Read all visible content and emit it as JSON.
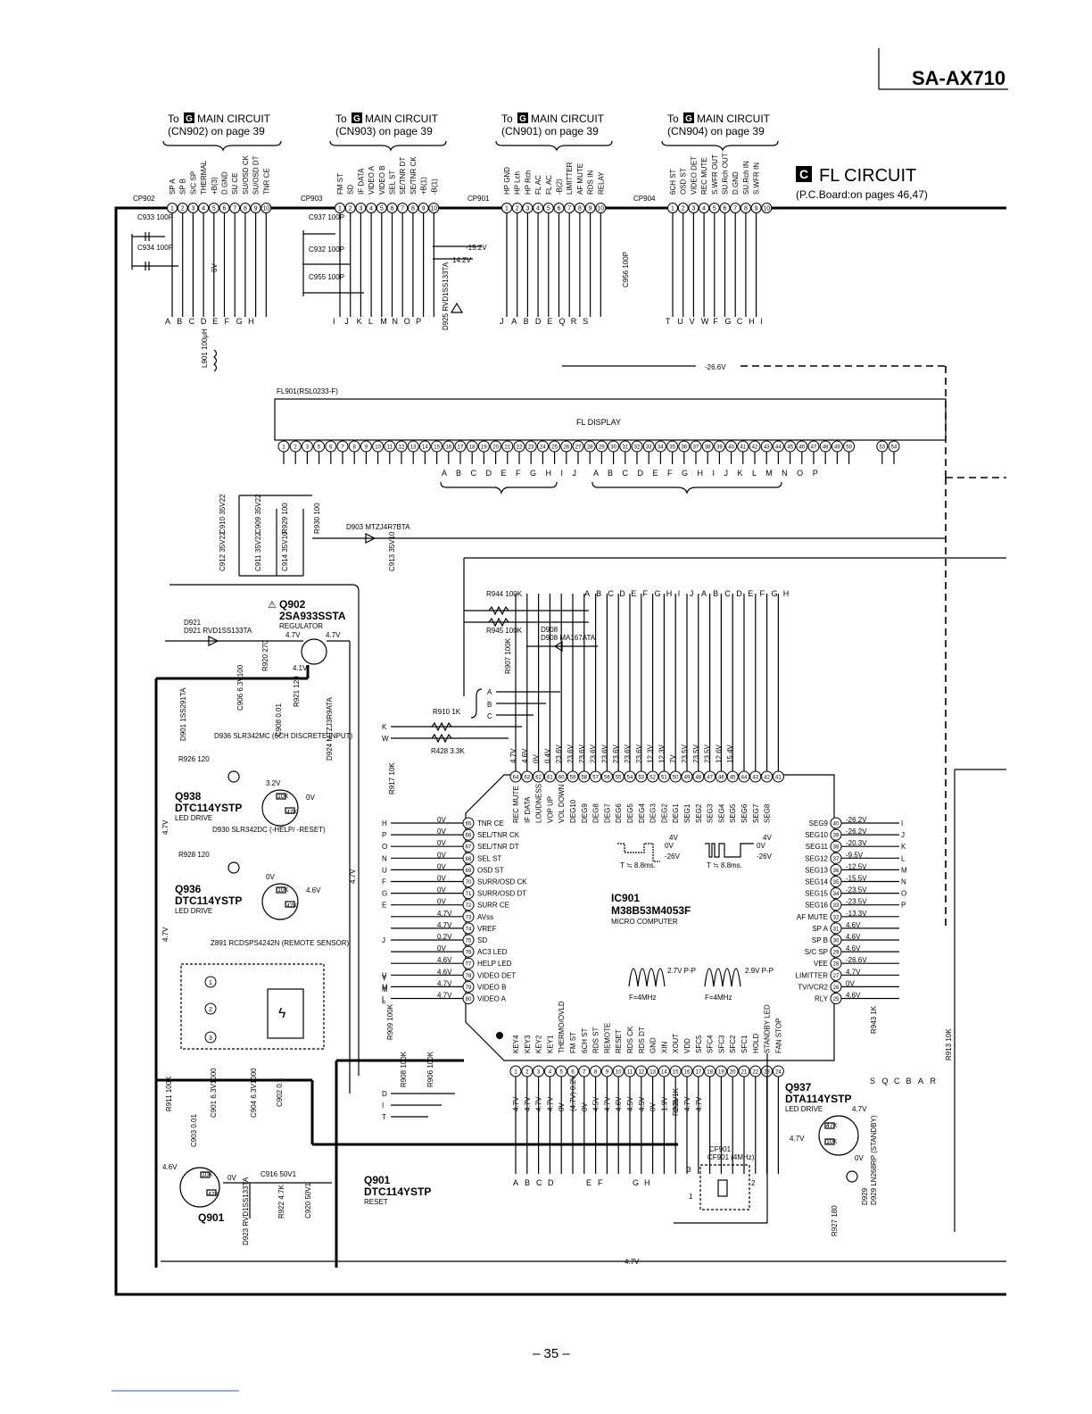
{
  "model": "SA-AX710",
  "page_number": "– 35 –",
  "board": {
    "badge": "C",
    "title": "FL CIRCUIT",
    "subtitle": "(P.C.Board:on pages 46,47)"
  },
  "connections": [
    {
      "badge": "G",
      "line1": "To",
      "line2": "MAIN CIRCUIT",
      "line3": "(CN902) on page 39"
    },
    {
      "badge": "G",
      "line1": "To",
      "line2": "MAIN CIRCUIT",
      "line3": "(CN903) on page 39"
    },
    {
      "badge": "G",
      "line1": "To",
      "line2": "MAIN CIRCUIT",
      "line3": "(CN901) on page 39"
    },
    {
      "badge": "G",
      "line1": "To",
      "line2": "MAIN CIRCUIT",
      "line3": "(CN904) on page 39"
    }
  ],
  "connectors": [
    {
      "name": "CP902",
      "signals": [
        "SP A",
        "SP B",
        "S/C SP",
        "THERMAL",
        "+B(3)",
        "D.GND",
        "SU CE",
        "SU/OSD CK",
        "SU/OSD DT",
        "TNR CE"
      ],
      "letters": [
        "A",
        "B",
        "C",
        "D",
        "E",
        "F",
        "G",
        "H"
      ]
    },
    {
      "name": "CP903",
      "signals": [
        "FM ST",
        "SD",
        "IF DATA",
        "VIDEO A",
        "VIDEO B",
        "SEL ST",
        "SE/TNR DT",
        "SE/TNR CK",
        "+B(1)",
        "-B(1)"
      ],
      "letters": [
        "I",
        "J",
        "K",
        "L",
        "M",
        "N",
        "O",
        "P"
      ]
    },
    {
      "name": "CP901",
      "signals": [
        "HP GND",
        "HP Lch",
        "HP Rch",
        "FL AC",
        "FL AC",
        "-B(2)",
        "LIMITTER",
        "AF MUTE",
        "RDS IN",
        "RELAY"
      ],
      "letters": [
        "J",
        "A",
        "B",
        "D",
        "E",
        "Q",
        "R",
        "S"
      ]
    },
    {
      "name": "CP904",
      "signals": [
        "6CH ST",
        "OSD ST",
        "VIDEO DET",
        "REC MUTE",
        "S.WFR OUT",
        "SU.Rch OUT",
        "D.GND",
        "SU.Rch IN",
        "S.WFR IN"
      ],
      "letters": [
        "T",
        "U",
        "V",
        "W",
        "F",
        "G",
        "C",
        "H",
        "I"
      ]
    }
  ],
  "components": {
    "caps_top": [
      "C933 100P",
      "C934 100P",
      "C937 100P",
      "C932 100P",
      "C955 100P",
      "C956 100P"
    ],
    "voltages_top": [
      "-15.2V",
      "14.2V",
      "6V",
      "-26.6V"
    ],
    "d925": "D925 RVD1SS133TA",
    "l901": "L901 100μH",
    "fl901": "FL901(RSL0233-F)",
    "fl_display": "FL DISPLAY",
    "fl_groups": [
      "A B C D E F G H I J",
      "A B C D E F G H I J K L M N O P"
    ],
    "power": [
      "C910 35V22",
      "C909 35V22",
      "R929 100",
      "R930 100",
      "C912 35V22",
      "C911 35V22",
      "C914 35V10",
      "C913 35V10",
      "D903 MTZJ4R7BTA"
    ],
    "q902": {
      "name": "Q902",
      "part": "2SA933SSTA",
      "role": "REGULATOR",
      "v": [
        "4.7V",
        "4.7V",
        "4.1V"
      ]
    },
    "d921": "D921 RVD1SS133TA",
    "misc_left": [
      "R920 270",
      "C906 6.3V100",
      "R921 120",
      "C908 0.01",
      "D924 MTZJ3R9ATA",
      "D901 1SS291TA"
    ],
    "q938": {
      "led": "D936 SLR342MC (6CH DISCRETE INPUT)",
      "r": "R926 120",
      "name": "Q938",
      "part": "DTC114YSTP",
      "role": "LED DRIVE",
      "v": [
        "3.2V",
        "0V"
      ]
    },
    "q936": {
      "led": "D930 SLR342DC (-HELP/ -RESET)",
      "r": "R928 120",
      "name": "Q936",
      "part": "DTC114YSTP",
      "role": "LED DRIVE",
      "v": [
        "0V",
        "4.6V"
      ]
    },
    "z891": "Z891 RCDSPS4242N (REMOTE SENSOR)",
    "reset_area": [
      "R911 100K",
      "C901 6.3V1000",
      "C904 6.3V1000",
      "C902 0.1",
      "C903 0.01",
      "C916 50V1",
      "D923 RVD1SS133TA",
      "R922 4.7K",
      "C920 50V1"
    ],
    "q901": {
      "name": "Q901",
      "part": "DTC114YSTP",
      "role": "RESET",
      "v": "4.6V / 0V"
    },
    "r944": "R944 100K",
    "r945": "R945 100K",
    "d908": "D908 MA167ATA",
    "r907": "R907 100K",
    "r910": "R910 1K",
    "r428": "R428 3.3K",
    "r917": "R917 10K",
    "r909": "R909 100K",
    "r908": "R908 100K",
    "r906": "R906 100K",
    "r901": "R901 1K",
    "r943": "R943 1K",
    "r913": "R913 10K",
    "r927": "R927 180",
    "cf901": "CF901 (4MHz)",
    "q937": {
      "name": "Q937",
      "part": "DTA114YSTP",
      "role": "LED DRIVE",
      "v": [
        "4.7V",
        "4.7V",
        "0V"
      ]
    },
    "d929": "D929 LN268RP (STANDBY)",
    "bus_4_7": "4.7V"
  },
  "ic": {
    "name": "IC901",
    "part": "M38B53M4053F",
    "role": "MICRO COMPUTER",
    "top_pins": [
      "REC MUTE",
      "IF DATA",
      "LOUDNESS",
      "VOP UP",
      "VOL DOWN",
      "DEG10",
      "DEG9",
      "DEG8",
      "DEG7",
      "DEG6",
      "DEG5",
      "DEG4",
      "DEG3",
      "DEG2",
      "DEG1",
      "SEG1",
      "SEG2",
      "SEG3",
      "SEG4",
      "SEG5",
      "SEG6",
      "SEG7",
      "SEG8"
    ],
    "top_voltages": [
      "4.7V",
      "4.6V",
      "0V",
      "0.4V",
      "23.6V",
      "23.6V",
      "23.6V",
      "23.6V",
      "23.6V",
      "23.6V",
      "23.6V",
      "23.6V",
      "12.3V",
      "12.3V",
      "7V",
      "23.5V",
      "23.5V",
      "23.5V",
      "12.6V",
      "15.4V"
    ],
    "left_pins": [
      {
        "n": "65",
        "label": "TNR CE",
        "v": "0V",
        "letter": "H"
      },
      {
        "n": "66",
        "label": "SEL/TNR CK",
        "v": "0V",
        "letter": "P"
      },
      {
        "n": "67",
        "label": "SEL/TNR DT",
        "v": "0V",
        "letter": "O"
      },
      {
        "n": "68",
        "label": "SEL ST",
        "v": "0V",
        "letter": "N"
      },
      {
        "n": "69",
        "label": "OSD ST",
        "v": "0V",
        "letter": "U"
      },
      {
        "n": "70",
        "label": "SURR/OSD CK",
        "v": "0V",
        "letter": "F"
      },
      {
        "n": "71",
        "label": "SURR/OSD DT",
        "v": "0V",
        "letter": "G"
      },
      {
        "n": "72",
        "label": "SURR CE",
        "v": "0V",
        "letter": "E"
      },
      {
        "n": "73",
        "label": "AVss",
        "v": "4.7V",
        "letter": ""
      },
      {
        "n": "74",
        "label": "VREF",
        "v": "4.7V",
        "letter": ""
      },
      {
        "n": "75",
        "label": "SD",
        "v": "0.2V",
        "letter": "J"
      },
      {
        "n": "76",
        "label": "AC3 LED",
        "v": "0V",
        "letter": ""
      },
      {
        "n": "77",
        "label": "HELP LED",
        "v": "4.6V",
        "letter": ""
      },
      {
        "n": "78",
        "label": "VIDEO DET",
        "v": "4.6V",
        "letter": "V"
      },
      {
        "n": "79",
        "label": "VIDEO B",
        "v": "4.7V",
        "letter": "M"
      },
      {
        "n": "80",
        "label": "VIDEO A",
        "v": "4.7V",
        "letter": "L"
      }
    ],
    "right_pins": [
      {
        "n": "40",
        "label": "SEG9",
        "v": "-26.2V",
        "letter": "I"
      },
      {
        "n": "39",
        "label": "SEG10",
        "v": "-26.2V",
        "letter": "J"
      },
      {
        "n": "38",
        "label": "SEG11",
        "v": "-20.3V",
        "letter": "K"
      },
      {
        "n": "37",
        "label": "SEG12",
        "v": "-9.5V",
        "letter": "L"
      },
      {
        "n": "36",
        "label": "SEG13",
        "v": "-12.5V",
        "letter": "M"
      },
      {
        "n": "35",
        "label": "SEG14",
        "v": "-15.5V",
        "letter": "N"
      },
      {
        "n": "34",
        "label": "SEG15",
        "v": "-23.5V",
        "letter": "O"
      },
      {
        "n": "33",
        "label": "SEG16",
        "v": "-23.5V",
        "letter": "P"
      },
      {
        "n": "32",
        "label": "AF MUTE",
        "v": "-13.3V",
        "letter": ""
      },
      {
        "n": "31",
        "label": "SP A",
        "v": "4.6V",
        "letter": ""
      },
      {
        "n": "30",
        "label": "SP B",
        "v": "4.6V",
        "letter": ""
      },
      {
        "n": "29",
        "label": "S/C SP",
        "v": "4.6V",
        "letter": ""
      },
      {
        "n": "28",
        "label": "VEE",
        "v": "-26.6V",
        "letter": ""
      },
      {
        "n": "27",
        "label": "LIMITTER",
        "v": "4.7V",
        "letter": ""
      },
      {
        "n": "26",
        "label": "TV/VCR2",
        "v": "0V",
        "letter": ""
      },
      {
        "n": "25",
        "label": "RLY",
        "v": "4.6V",
        "letter": ""
      }
    ],
    "bottom_pins": [
      "KEY4",
      "KEY3",
      "KEY2",
      "KEY1",
      "THERMO/OVLD",
      "FM ST",
      "6CH ST",
      "RDS ST",
      "REMOTE",
      "RESET",
      "RDS CK",
      "RDS DT",
      "GND",
      "XIN",
      "XOUT",
      "VDD",
      "SFC5",
      "SFC4",
      "SFC3",
      "SFC2",
      "SFC1",
      "HOLD",
      "STANDBY LED",
      "FAN STOP"
    ],
    "bottom_voltages": [
      "4.7V",
      "4.7V",
      "4.7V",
      "4.7V",
      "0V",
      "(4.7V) 0.2V",
      "0V",
      "4.5V",
      "4.7V",
      "4.6V",
      "4.5V",
      "4.5V",
      "0V",
      "1.9V",
      "2.3V",
      "4.7V",
      "4.7V"
    ],
    "bottom_letters": [
      "A",
      "B",
      "C",
      "D",
      "E",
      "F",
      "G",
      "H"
    ],
    "right_letters": [
      "S",
      "Q",
      "C",
      "B",
      "A",
      "R"
    ],
    "waveforms": [
      {
        "label": "T ≒ 8.8ms.",
        "levels": [
          "4V",
          "0V",
          "-26V"
        ]
      },
      {
        "label": "T ≒ 8.8ms.",
        "levels": [
          "4V",
          "0V",
          "-26V"
        ]
      },
      {
        "label": "F=4MHz",
        "amp": "2.7V P-P"
      },
      {
        "label": "F=4MHz",
        "amp": "2.9V P-P"
      }
    ],
    "input_letters": [
      "A",
      "B",
      "C",
      "K",
      "W"
    ]
  },
  "chart_data": null
}
